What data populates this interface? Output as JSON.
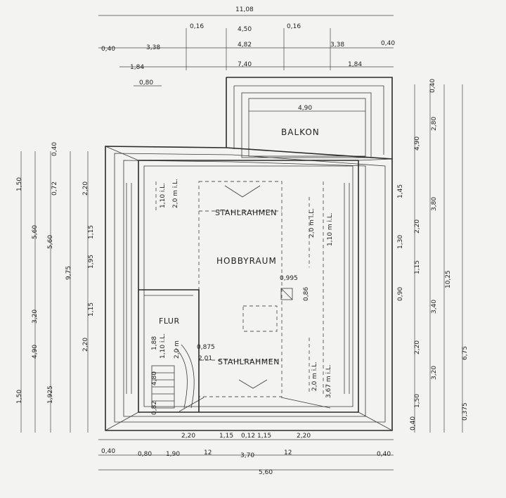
{
  "rooms": {
    "balkon": "BALKON",
    "hobbyraum": "HOBBYRAUM",
    "flur": "FLUR"
  },
  "labels": {
    "stahlrahmen_top": "STAHLRAHMEN",
    "stahlrahmen_bottom": "STAHLRAHMEN"
  },
  "top_dims": {
    "total": "11,08",
    "d016_left": "0,16",
    "d450": "4,50",
    "d016_right": "0,16",
    "d040_left": "0,40",
    "d338_left": "3,38",
    "d482": "4,82",
    "d338_right": "3,38",
    "d040_right": "0,40",
    "d184_left": "1,84",
    "d740": "7,40",
    "d184_right": "1,84",
    "d080": "0,80",
    "balkon_width": "4,90"
  },
  "bottom_dims": {
    "d220_left": "2,20",
    "d115_left": "1,15",
    "d012": "0,12",
    "d115_right": "1,15",
    "d220_right": "2,20",
    "d040_left": "0,40",
    "d080": "0,80",
    "d190": "1,90",
    "d12_left": "12",
    "d370": "3,70",
    "d12_right": "12",
    "d040_right": "0,40",
    "d560": "5,60"
  },
  "left_dims": {
    "d150_top": "1,50",
    "d220": "2,20",
    "d560": "5,60",
    "d560_b": "5,60",
    "d975": "9,75",
    "d320": "3,20",
    "d220_b": "2,20",
    "d490": "4,90",
    "d1925": "1,925",
    "d150_bottom": "1,50",
    "small_1": "0,40",
    "small_2": "0,72",
    "small_3": "1,15",
    "small_4": "1,95",
    "small_5": "1,15"
  },
  "right_dims": {
    "d490": "4,90",
    "d280": "2,80",
    "d040_top": "0,40",
    "d380": "3,80",
    "d220": "2,20",
    "d115": "1,15",
    "d340": "3,40",
    "d1025": "10,25",
    "d220_b": "2,20",
    "d320": "3,20",
    "d675": "6,75",
    "d150": "1,50",
    "d040_bottom": "0,40",
    "d0375": "0,375",
    "d145": "1,45",
    "d090": "0,90",
    "d130": "1,30"
  },
  "inner_notes": {
    "n1": "1,10 i.L.",
    "n2": "2,0 m i.L.",
    "n3": "2,0 m i.L.",
    "n4": "1,10 m i.L.",
    "n5": "0,995",
    "n6": "0,86",
    "n7": "1,88",
    "n8": "1,10 i.L.",
    "n9": "2,0 m",
    "n10": "0,875",
    "n11": "2,01",
    "n12": "2,0 m i.L.",
    "n13": "3,67 m i.L.",
    "n14": "4,80",
    "n15": "0,82"
  }
}
